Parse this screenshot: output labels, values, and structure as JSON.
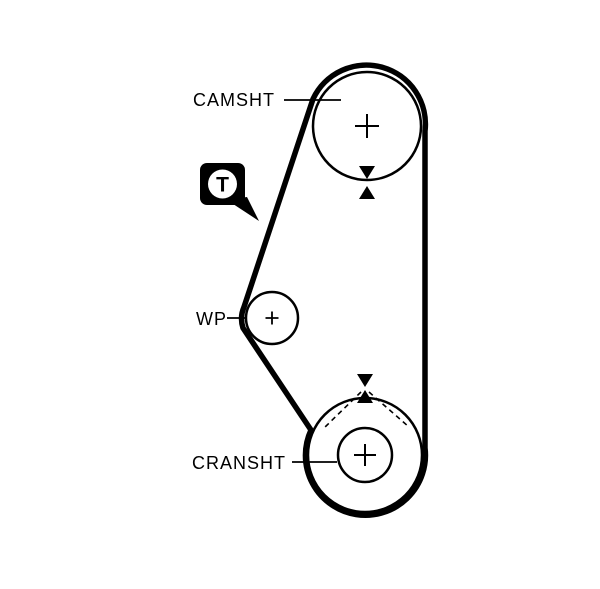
{
  "diagram": {
    "type": "timing-belt-routing",
    "colors": {
      "line": "#000000",
      "background": "#ffffff"
    },
    "labels": {
      "camshaft": "CAMSHT",
      "water_pump": "WP",
      "crankshaft": "CRANSHT"
    },
    "markers": {
      "tensioner_badge": "T"
    },
    "icons": {
      "camshaft_center_mark": "plus",
      "water_pump_center_mark": "plus",
      "crankshaft_center_mark": "plus",
      "camshaft_timing_mark": "opposing-triangles",
      "crankshaft_timing_mark": "opposing-triangles",
      "tensioner": "circled-t-speech-badge"
    }
  }
}
